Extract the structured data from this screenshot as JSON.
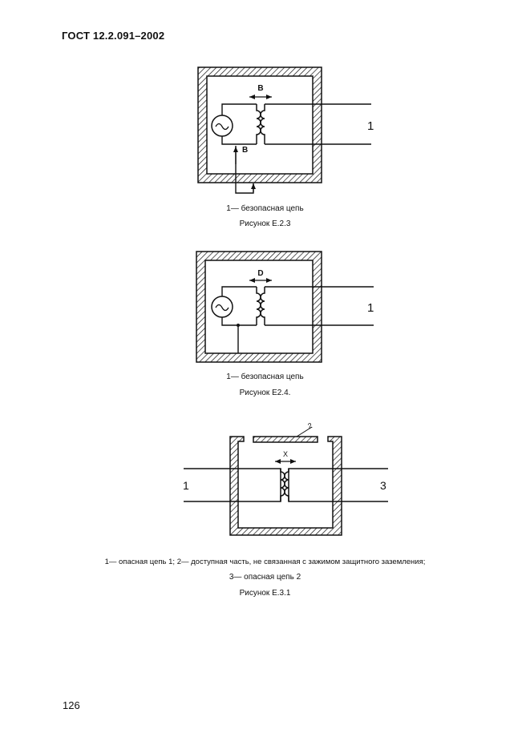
{
  "header": {
    "doc_id": "ГОСТ 12.2.091–2002"
  },
  "figure_e23": {
    "label_b_top": "B",
    "label_b_bottom": "B",
    "label_1": "1",
    "legend": "1— безопасная цепь",
    "caption": "Рисунок Е.2.3"
  },
  "figure_e24": {
    "label_d": "D",
    "label_1": "1",
    "legend": "1— безопасная цепь",
    "caption": "Рисунок Е2.4."
  },
  "figure_e31": {
    "label_x": "X",
    "label_1": "1",
    "label_2": "2",
    "label_3": "3",
    "legend_line1": "1— опасная цепь 1;  2— доступная часть, не связанная с зажимом защитного заземления;",
    "legend_line2": "3— опасная цепь 2",
    "caption": "Рисунок Е.3.1"
  },
  "footer": {
    "page_number": "126"
  }
}
